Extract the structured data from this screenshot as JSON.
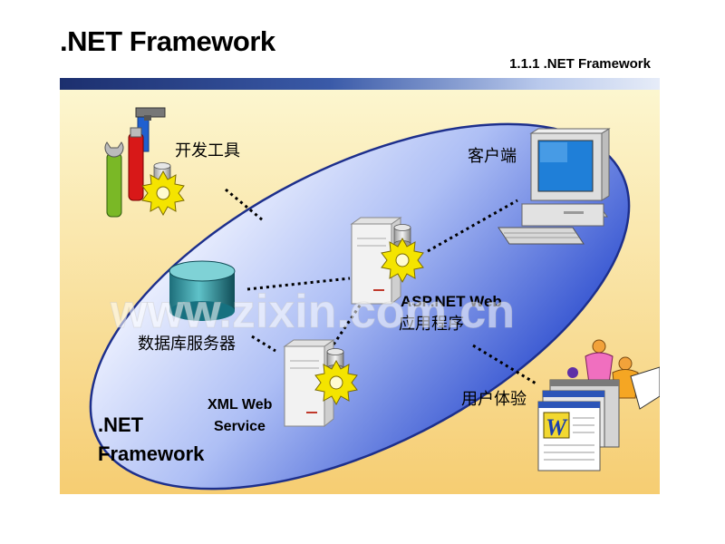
{
  "header": {
    "title": ".NET Framework",
    "section": "1.1.1  .NET Framework"
  },
  "diagram": {
    "framework_label_line1": ".NET",
    "framework_label_line2": "Framework",
    "nodes": {
      "dev_tools": "开发工具",
      "client": "客户端",
      "database_server": "数据库服务器",
      "aspnet_app_line1": "ASP.NET Web",
      "aspnet_app_line2": "应用程序",
      "xml_web_service_line1": "XML Web",
      "xml_web_service_line2": "Service",
      "user_experience": "用户体验"
    },
    "watermark": "www.zixin.com.cn"
  },
  "colors": {
    "background_top": "#fbf4c4",
    "background_bottom": "#f7d27c",
    "ellipse_light": "#e4ebff",
    "ellipse_dark": "#3f5fd6",
    "title_band": "#1c2f6e"
  }
}
